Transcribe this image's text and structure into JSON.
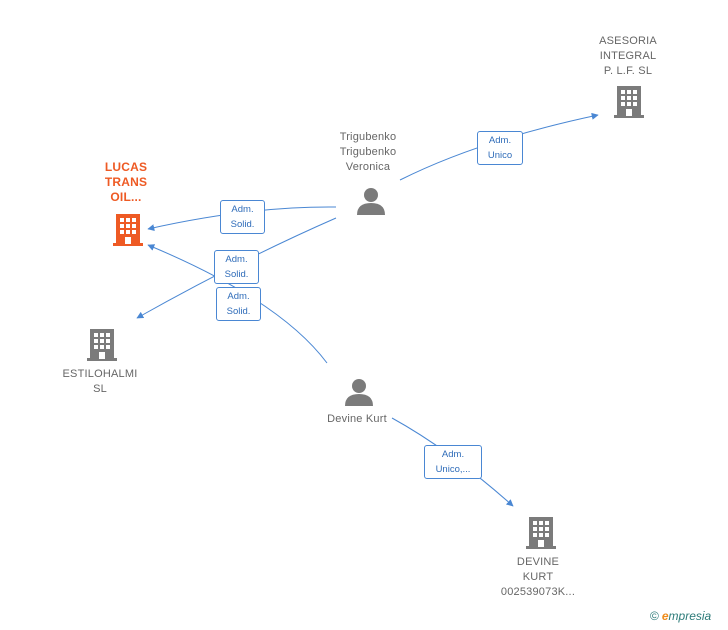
{
  "colors": {
    "edge": "#4a87d3",
    "node_gray": "#7b7b7b",
    "node_highlight": "#ee5a24"
  },
  "nodes": {
    "asesoria": {
      "label": "ASESORIA\nINTEGRAL\nP. L.F.  SL",
      "icon": "building-icon"
    },
    "lucas": {
      "label": "LUCAS\nTRANS\nOIL...",
      "icon": "building-icon"
    },
    "estilohalmi": {
      "label": "ESTILOHALMI\nSL",
      "icon": "building-icon"
    },
    "devine_kurt_co": {
      "label": "DEVINE\nKURT\n002539073K...",
      "icon": "building-icon"
    },
    "trigubenko": {
      "label": "Trigubenko\nTrigubenko\nVeronica",
      "icon": "person-icon"
    },
    "devine_kurt": {
      "label": "Devine Kurt",
      "icon": "person-icon"
    }
  },
  "edges": {
    "e1": {
      "label": "Adm.\nUnico"
    },
    "e2": {
      "label": "Adm.\nSolid."
    },
    "e3": {
      "label": "Adm.\nSolid."
    },
    "e4": {
      "label": "Adm.\nSolid."
    },
    "e5": {
      "label": "Adm.\nUnico,..."
    }
  },
  "brand": {
    "copyright": "©",
    "initial": "e",
    "rest": "mpresia"
  }
}
